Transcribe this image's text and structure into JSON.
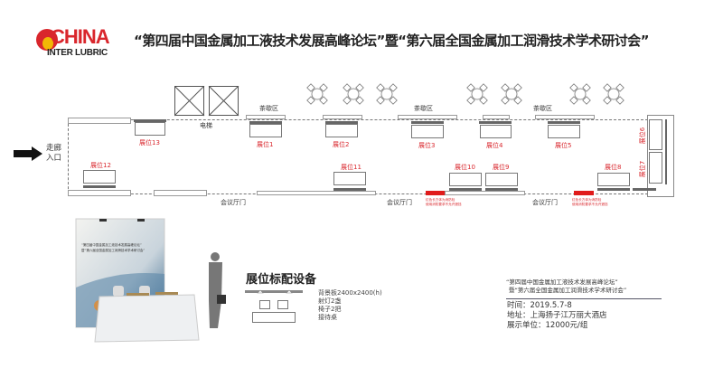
{
  "logo": {
    "line1": "CHINA",
    "line2": "INTER LUBRIC"
  },
  "title": "“第四届中国金属加工液技术发展高峰论坛”暨“第六届全国金属加工润滑技术学术研讨会”",
  "entrance": {
    "line1": "走廊",
    "line2": "入口"
  },
  "elevator": "电梯",
  "tea_break": "茶歇区",
  "meeting_door": "会议厅门",
  "hydrant_note": {
    "line1": "红色长方体为消防栓",
    "line2": "使用消防要求不允许遮挡"
  },
  "booths": [
    "展位1",
    "展位2",
    "展位3",
    "展位4",
    "展位5",
    "展位6",
    "展位7",
    "展位8",
    "展位9",
    "展位10",
    "展位11",
    "展位12",
    "展位13"
  ],
  "equipment": {
    "title": "展位标配设备",
    "items": [
      "背景板2400x2400(h)",
      "射灯2盏",
      "椅子2把",
      "接待桌"
    ]
  },
  "info": {
    "title1": "“第四届中国金属加工液技术发展高峰论坛”",
    "title2": "暨“第六届全国金属加工润滑技术学术研讨会”",
    "time": "时间：2019.5.7-8",
    "address": "地址：上海扬子江万丽大酒店",
    "price": "展示单位：12000元/组"
  },
  "photo_banner": {
    "line1": "“第四届中国金属加工液技术发展高峰论坛”",
    "line2": "暨“第六届全国金属加工润滑技术学术研讨会”"
  },
  "colors": {
    "red": "#d9262c",
    "hydrant": "#e01b1b"
  }
}
